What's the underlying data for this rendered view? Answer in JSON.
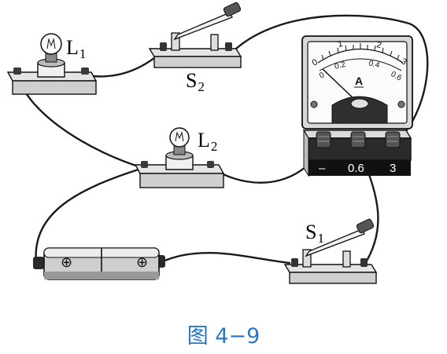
{
  "labels": {
    "l1": {
      "main": "L",
      "sub": "1"
    },
    "s2": {
      "main": "S",
      "sub": "2"
    },
    "l2": {
      "main": "L",
      "sub": "2"
    },
    "s1": {
      "main": "S",
      "sub": "1"
    }
  },
  "ammeter": {
    "unit": "A",
    "outer_scale": [
      "0",
      "1",
      "2",
      "3"
    ],
    "inner_scale": [
      "0",
      "0.2",
      "0.4",
      "0.6"
    ],
    "terminals": [
      "–",
      "0.6",
      "3"
    ]
  },
  "battery": {
    "symbols": [
      "⊕",
      "⊕"
    ]
  },
  "caption": "图 4−9"
}
